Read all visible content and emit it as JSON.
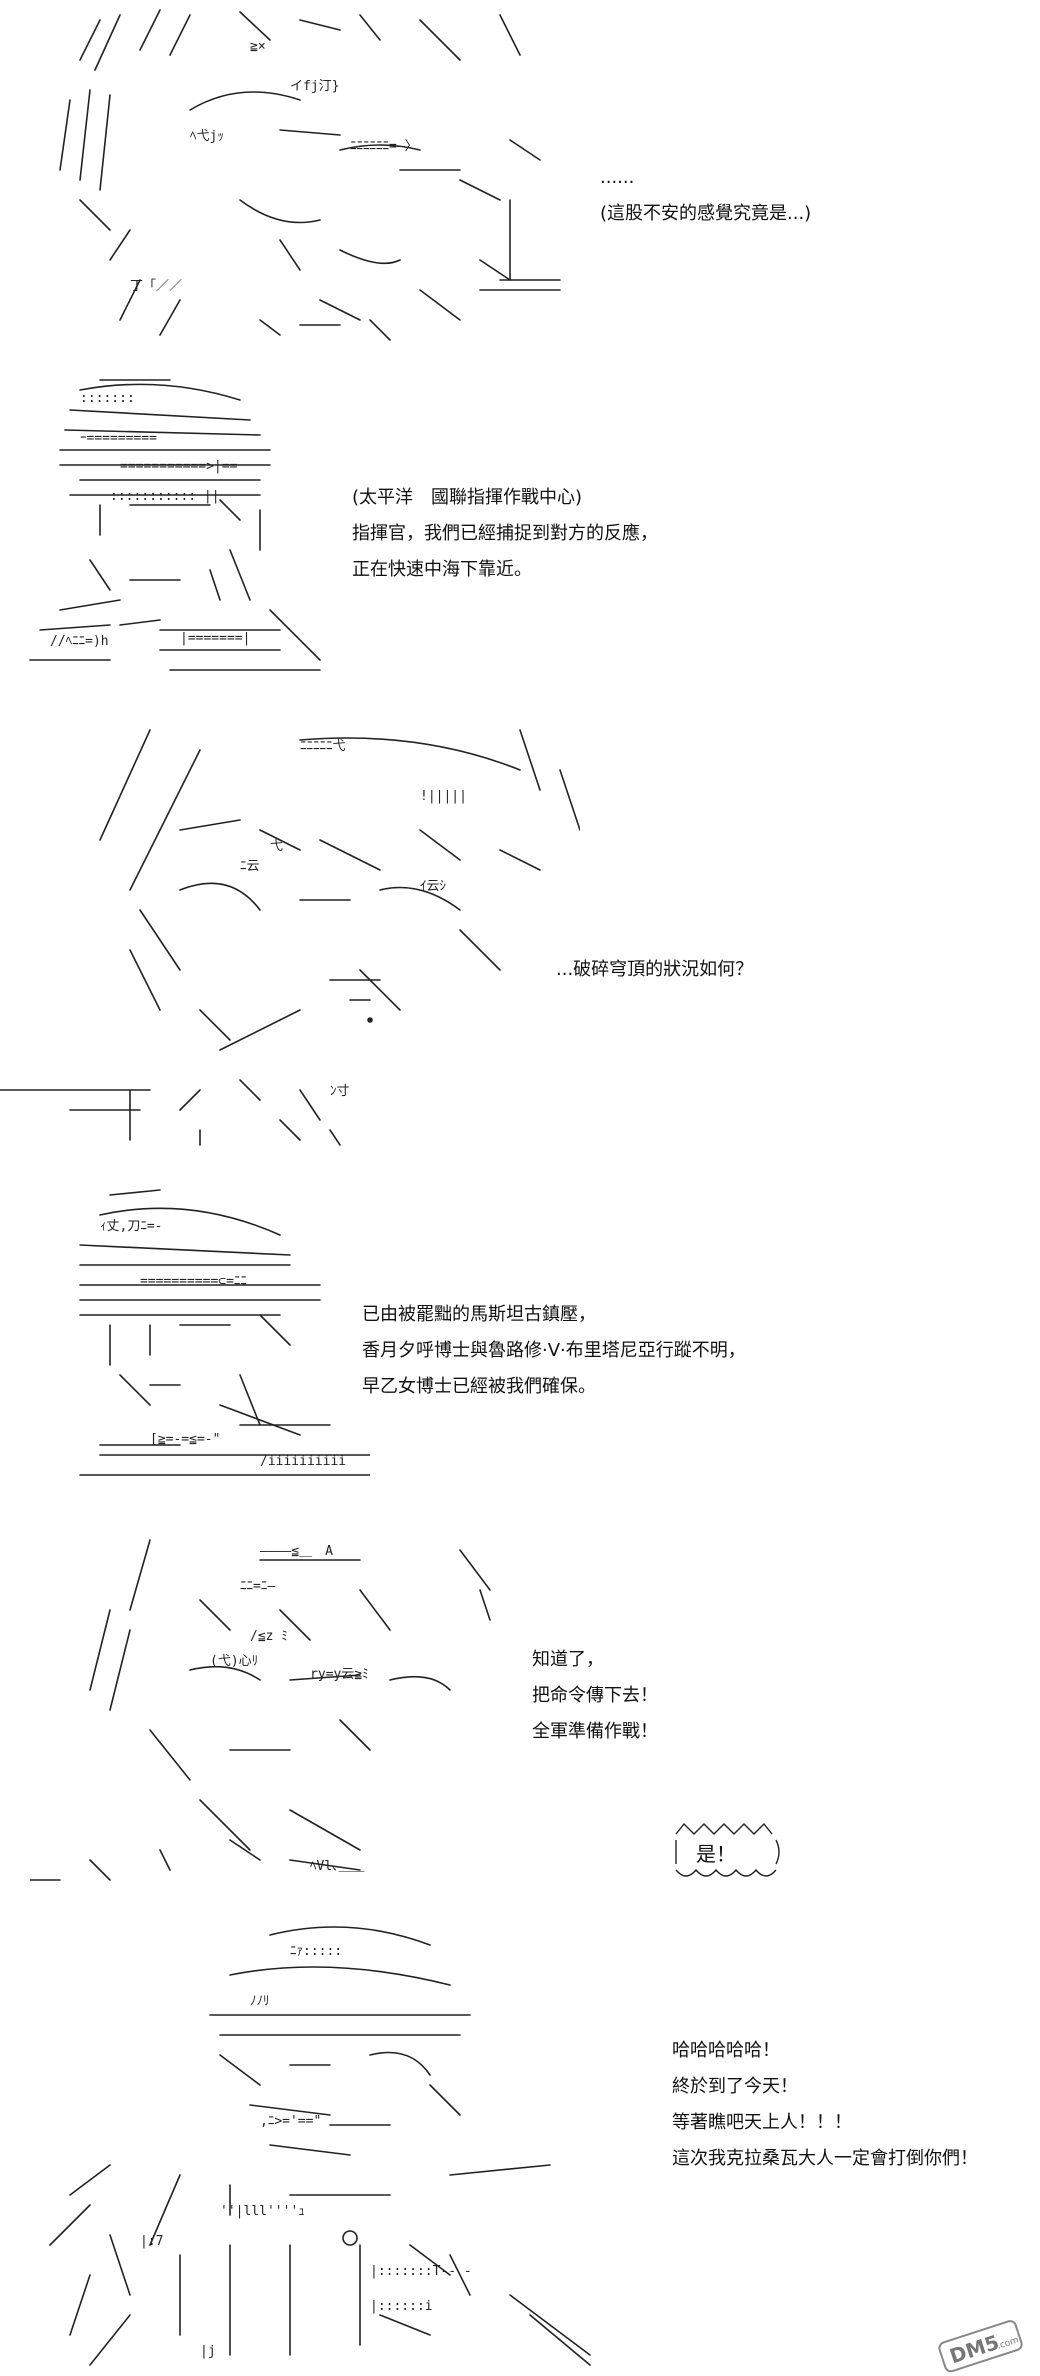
{
  "panels": [
    {
      "id": "panel-1",
      "art_description_icon": "girl-face-ascii-art",
      "lines": [
        "......",
        "(這股不安的感覺究竟是...)"
      ]
    },
    {
      "id": "panel-2",
      "art_description_icon": "officer-cap-ascii-art",
      "lines": [
        "(太平洋　國聯指揮作戰中心)",
        "指揮官，我們已經捕捉到對方的反應，",
        "正在快速中海下靠近。"
      ]
    },
    {
      "id": "panel-3",
      "art_description_icon": "commander-face-ascii-art",
      "lines": [
        "...破碎穹頂的狀況如何？"
      ]
    },
    {
      "id": "panel-4",
      "art_description_icon": "officer-cap-ascii-art",
      "lines": [
        "已由被罷黜的馬斯坦古鎮壓，",
        "香月夕呼博士與魯路修·V·布里塔尼亞行蹤不明，",
        "早乙女博士已經被我們確保。"
      ]
    },
    {
      "id": "panel-5",
      "art_description_icon": "commander-face-ascii-art",
      "lines": [
        "知道了，",
        "把命令傳下去！",
        "全軍準備作戰！"
      ],
      "sfx": "是！"
    },
    {
      "id": "panel-6",
      "art_description_icon": "villain-laughing-ascii-art",
      "lines": [
        "哈哈哈哈哈！",
        "終於到了今天！",
        "等著瞧吧天上人！！！",
        "這次我克拉桑瓦大人一定會打倒你們！"
      ]
    }
  ],
  "watermark": {
    "text": "DM5",
    "suffix": ".com",
    "icon": "dm5-logo-icon"
  }
}
